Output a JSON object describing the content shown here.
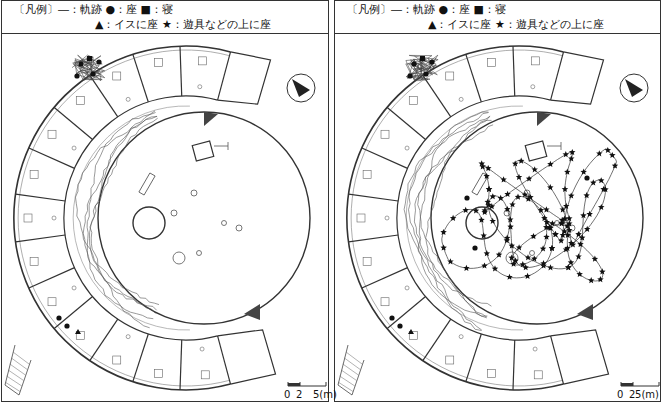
{
  "diagram": {
    "labels": [
      "〔凡例〕―：軌跡 ●：座 ■：寝",
      "▲：イスに座 ★：遊具などの上に座",
      "〔凡例〕―：軌跡 ●：座 ■：寝",
      "▲：イスに座 ★：遊具などの上に座",
      "0",
      "2",
      "5(m)",
      "0",
      "2",
      "5(m)"
    ]
  }
}
